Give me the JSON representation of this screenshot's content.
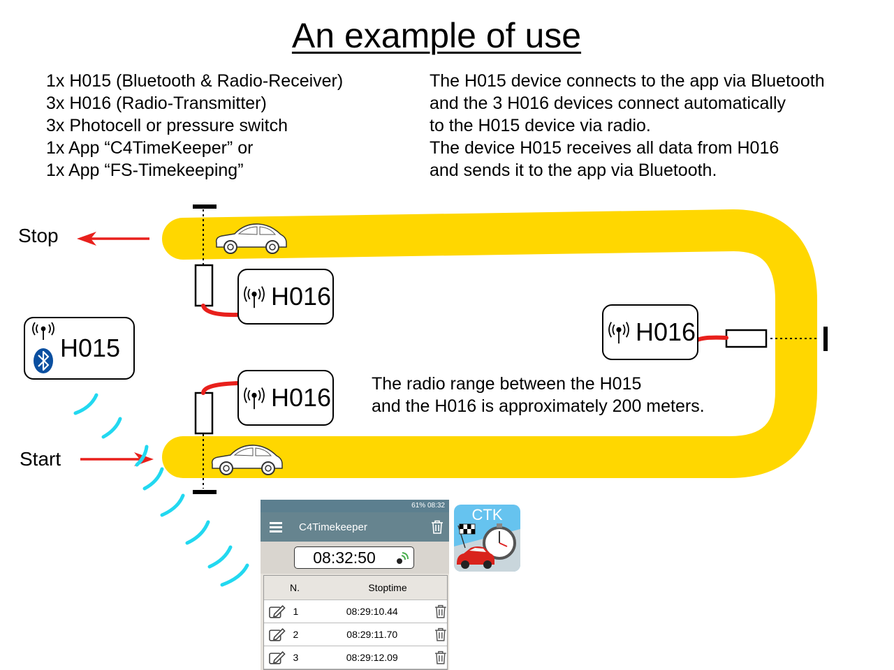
{
  "title": "An example of use",
  "equipment": [
    "1x H015 (Bluetooth & Radio-Receiver)",
    "3x H016 (Radio-Transmitter)",
    "3x Photocell or pressure switch",
    "1x App “C4TimeKeeper” or",
    "1x App “FS-Timekeeping”"
  ],
  "description": [
    "The H015 device connects to the app via Bluetooth",
    "and the 3 H016 devices connect automatically",
    "to the H015 device via radio.",
    "The device H015 receives all data from H016",
    "and sends it to the app via Bluetooth."
  ],
  "range_note": [
    "The radio range between the H015",
    "and the H016 is approximately 200 meters."
  ],
  "labels": {
    "stop": "Stop",
    "start": "Start"
  },
  "devices": {
    "receiver": "H015",
    "transmitter_stop": "H016",
    "transmitter_mid": "H016",
    "transmitter_start": "H016"
  },
  "colors": {
    "track": "#ffd700",
    "arrow": "#e8201c",
    "cable": "#e8201c",
    "waves": "#22d8f0",
    "bluetooth": "#0a4fa0"
  },
  "icons": [
    "antenna-icon",
    "bluetooth-icon",
    "car-icon",
    "photocell-icon",
    "menu-icon",
    "trash-icon",
    "edit-icon",
    "stopwatch-icon",
    "checkered-flag-icon"
  ],
  "phone": {
    "status": "61% 08:32",
    "app_title": "C4Timekeeper",
    "clock": "08:32:50",
    "columns": [
      "N.",
      "Stoptime"
    ],
    "rows": [
      {
        "n": "1",
        "time": "08:29:10.44"
      },
      {
        "n": "2",
        "time": "08:29:11.70"
      },
      {
        "n": "3",
        "time": "08:29:12.09"
      }
    ]
  },
  "app_icon": {
    "label": "CTK"
  }
}
